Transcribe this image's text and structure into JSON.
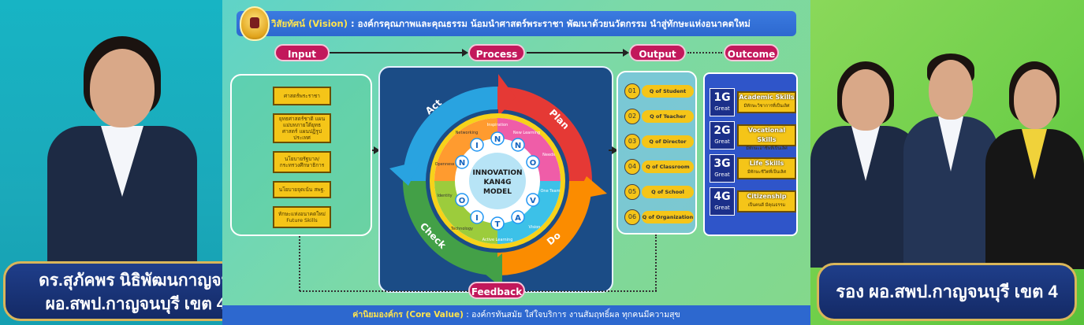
{
  "vision": {
    "label": "วิสัยทัศน์ (Vision)",
    "text": ": องค์กรคุณภาพและคุณธรรม น้อมนำศาสตร์พระราชา พัฒนาด้วยนวัตกรรม นำสู่ทักษะแห่งอนาคตใหม่"
  },
  "stages": {
    "input": "Input",
    "process": "Process",
    "output": "Output",
    "outcome": "Outcome",
    "feedback": "Feedback"
  },
  "inputs": [
    "ศาสตร์พระราชา",
    "ยุทธศาสตร์ชาติ แผนแม่บทภายใต้ยุทธ ศาสตร์ แผนปฏิรูปประเทศ",
    "นโยบายรัฐบาล/ กระทรวงศึกษาธิการ",
    "นโยบายจุดเน้น สพฐ.",
    "ทักษะแห่งอนาคตใหม่ Future Skills"
  ],
  "cycle": {
    "center_line1": "INNOVATION",
    "center_line2": "KAN4G",
    "center_line3": "MODEL",
    "act": "Act",
    "plan": "Plan",
    "do": "Do",
    "check": "Check",
    "letters": [
      "I",
      "N",
      "N",
      "O",
      "V",
      "A",
      "T",
      "I",
      "O",
      "N"
    ],
    "teeth": [
      "Inspiration",
      "New Learning",
      "Needs",
      "One Team",
      "Vision",
      "Active Learning",
      "Technology",
      "Identity",
      "Openness",
      "Networking"
    ]
  },
  "outputs": [
    {
      "num": "01",
      "label": "Q of Student"
    },
    {
      "num": "02",
      "label": "Q of Teacher"
    },
    {
      "num": "03",
      "label": "Q of Director"
    },
    {
      "num": "04",
      "label": "Q of Classroom"
    },
    {
      "num": "05",
      "label": "Q of School"
    },
    {
      "num": "06",
      "label": "Q of Organization"
    }
  ],
  "outcomes": [
    {
      "g": "1G",
      "great": "Great",
      "title": "Academic Skills",
      "sub": "มีทักษะวิชาการที่เป็นเลิศ"
    },
    {
      "g": "2G",
      "great": "Great",
      "title": "Vocational Skills",
      "sub": "มีทักษะอาชีพที่เป็นเลิศ"
    },
    {
      "g": "3G",
      "great": "Great",
      "title": "Life Skills",
      "sub": "มีทักษะชีวิตที่เป็นเลิศ"
    },
    {
      "g": "4G",
      "great": "Great",
      "title": "Citizenship",
      "sub": "เป็นคนดี มีคุณธรรม"
    }
  ],
  "core_value": {
    "label": "ค่านิยมองค์กร (Core Value)",
    "text": ": องค์กรทันสมัย ใส่ใจบริการ งานสัมฤทธิ์ผล ทุกคนมีความสุข"
  },
  "left_name": {
    "line1": "ดร.สุภัคพร นิธิพัฒนกาญจน์",
    "line2": "ผอ.สพป.กาญจนบุรี เขต 4"
  },
  "right_name": "รอง ผอ.สพป.กาญจนบุรี เขต 4",
  "colors": {
    "stage_pill": "#c2185b",
    "vision_bar": "#2d68cf",
    "highlight": "#ffe44d",
    "item_yellow": "#f5c518"
  }
}
